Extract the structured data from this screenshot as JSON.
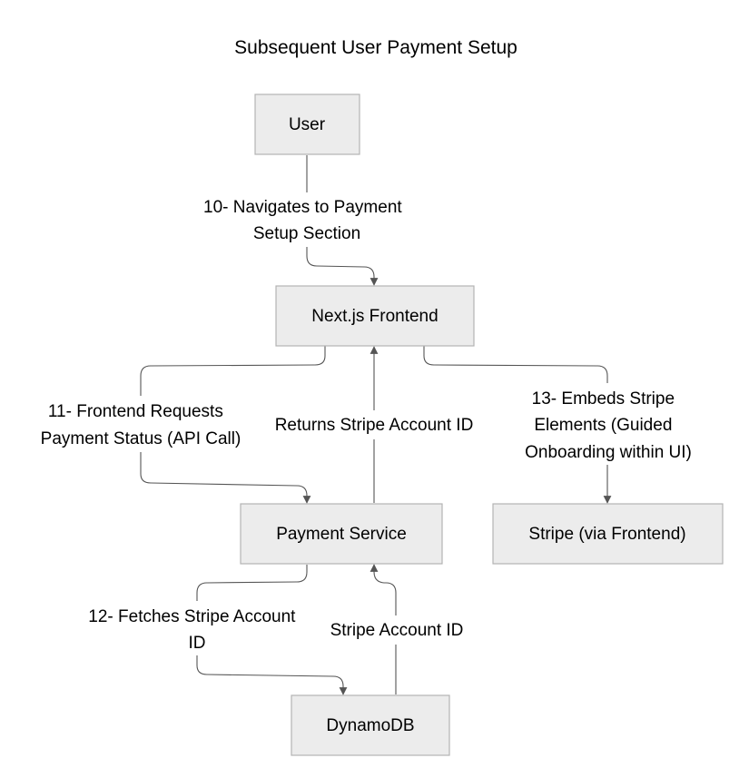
{
  "title": "Subsequent User Payment Setup",
  "colors": {
    "node_fill": "#ececec",
    "node_stroke": "#b3b3b3",
    "edge": "#555555",
    "text": "#000000"
  },
  "nodes": {
    "user": {
      "label": "User"
    },
    "frontend": {
      "label": "Next.js Frontend"
    },
    "payment_service": {
      "label": "Payment Service"
    },
    "stripe_frontend": {
      "label": "Stripe (via Frontend)"
    },
    "dynamodb": {
      "label": "DynamoDB"
    }
  },
  "edges": {
    "e10": {
      "lines": [
        "10- Navigates to Payment",
        "Setup Section"
      ]
    },
    "e11": {
      "lines": [
        "11- Frontend Requests",
        "Payment Status (API Call)"
      ]
    },
    "e_returns": {
      "lines": [
        "Returns Stripe Account ID"
      ]
    },
    "e13": {
      "lines": [
        "13- Embeds Stripe",
        "Elements (Guided",
        "Onboarding within UI)"
      ]
    },
    "e12": {
      "lines": [
        "12- Fetches Stripe Account",
        "ID"
      ]
    },
    "e_stripe_id": {
      "lines": [
        "Stripe Account ID"
      ]
    }
  }
}
